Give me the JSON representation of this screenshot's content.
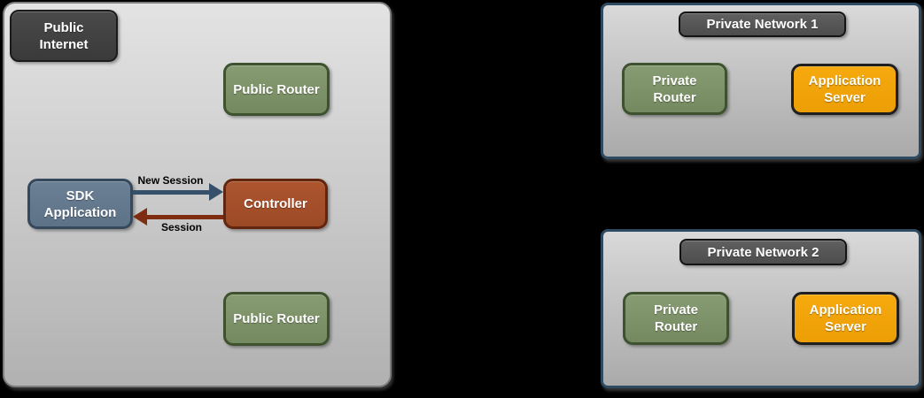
{
  "diagram_type": "network-architecture",
  "colors": {
    "background": "#000000",
    "zone_fill_top": "#e3e3e3",
    "zone_fill_bottom": "#b1b1b1",
    "zone_border": "#7d7d7d",
    "network_border": "#2c4a61",
    "dark_label_fill": "#3e3e3e",
    "title_chip_fill": "#565656",
    "green_fill": "#7d9369",
    "green_border": "#3f5230",
    "blue_fill": "#64798d",
    "blue_border": "#36495c",
    "rust_fill": "#a3502c",
    "rust_border": "#62260f",
    "orange_fill": "#f2a30a",
    "orange_border": "#1f1f1f",
    "arrow_new_session_color": "#35506a",
    "arrow_session_color": "#7e2d10",
    "node_text": "#ffffff",
    "arrow_label_text": "#000000"
  },
  "public_zone": {
    "label": "Public Internet",
    "public_router_top": "Public Router",
    "sdk_application": "SDK Application",
    "controller": "Controller",
    "public_router_bottom": "Public Router",
    "arrows": {
      "new_session": {
        "label": "New Session",
        "from": "SDK Application",
        "to": "Controller",
        "direction": "right"
      },
      "session": {
        "label": "Session",
        "from": "Controller",
        "to": "SDK Application",
        "direction": "left"
      }
    }
  },
  "private_network_1": {
    "title": "Private Network 1",
    "private_router": "Private Router",
    "application_server": "Application Server"
  },
  "private_network_2": {
    "title": "Private Network 2",
    "private_router": "Private Router",
    "application_server": "Application Server"
  }
}
